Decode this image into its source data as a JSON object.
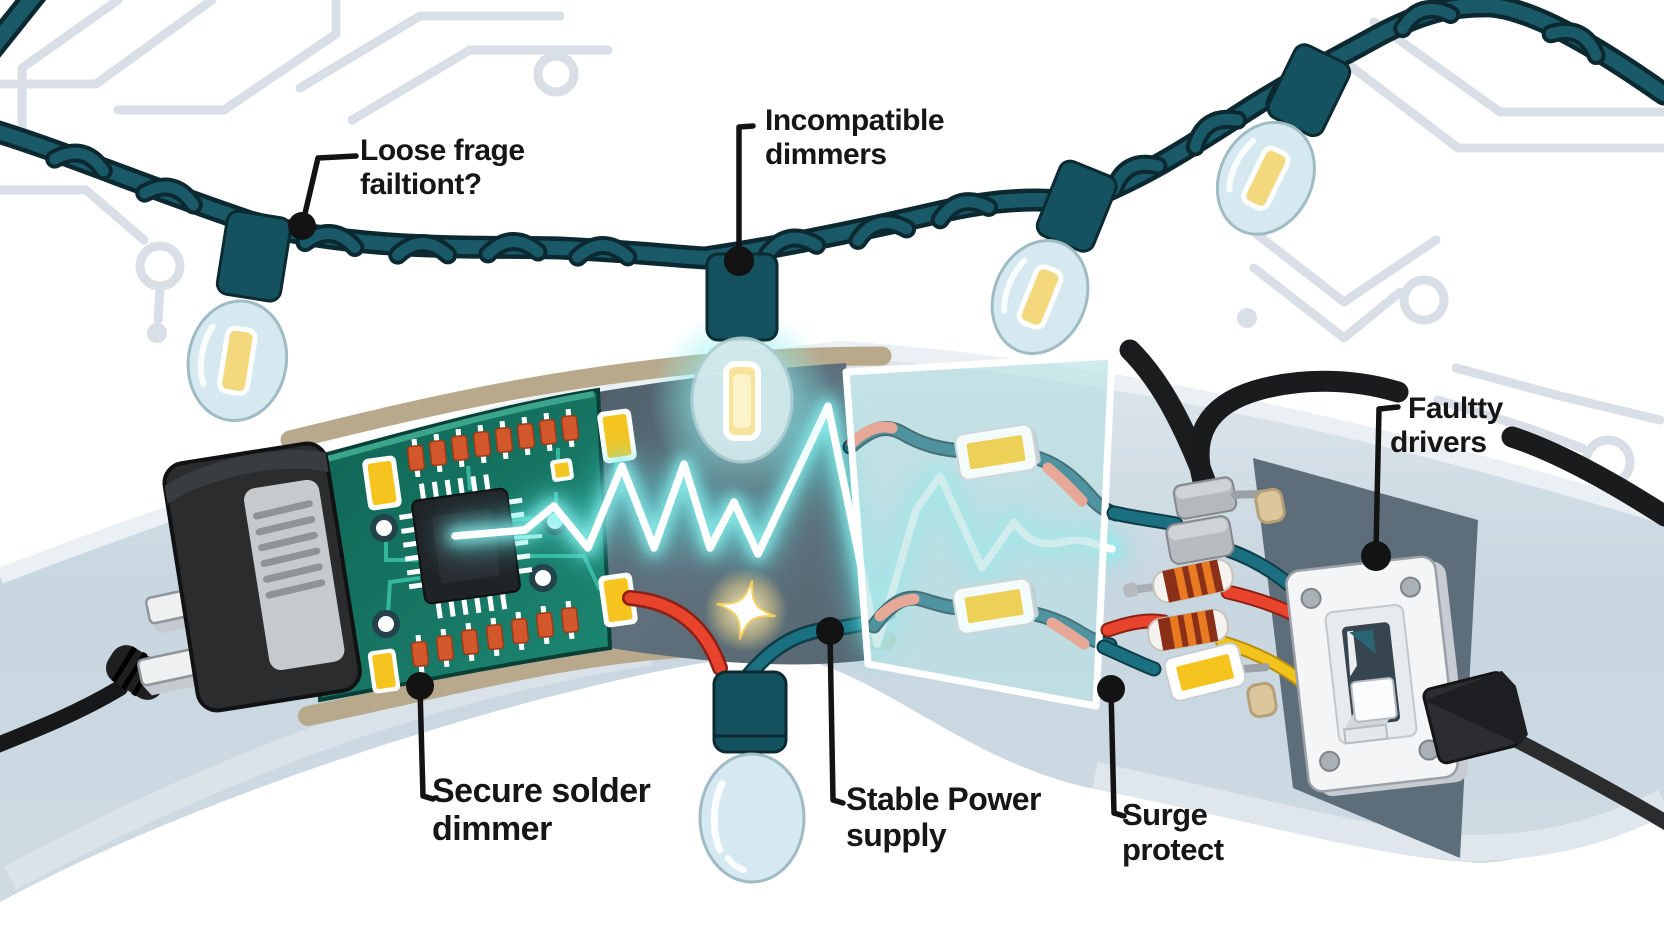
{
  "callouts": {
    "loose": {
      "line1": "Loose frage",
      "line2": "failtiont?"
    },
    "dimmers": {
      "line1": "Incompatible",
      "line2": "dimmers"
    },
    "faulty": {
      "line1": "Faultty",
      "line2": "drivers"
    },
    "solder": {
      "line1": "Secure solder",
      "line2": "dimmer"
    },
    "stable": {
      "line1": "Stable Power",
      "line2": "supply"
    },
    "surge": {
      "line1": "Surge",
      "line2": "protect"
    }
  },
  "icons": [
    "string-lights-icon",
    "light-bulb-icon",
    "power-adapter-icon",
    "circuit-board-icon",
    "chip-icon",
    "voltage-waveform-icon",
    "surge-protector-panel-icon",
    "resistor-icon",
    "led-module-icon",
    "wall-switch-icon",
    "sparkle-icon",
    "circuit-trace-pattern"
  ],
  "colors": {
    "cable_teal": "#1a5a68",
    "cable_outline": "#0c2830",
    "pcb_green": "#147062",
    "waveform_glow": "#5ce9e9",
    "wire_red": "#e8432c",
    "wire_yellow": "#f2c31c",
    "wire_salmon": "#ef8d77",
    "band_blue": "#ccd9e2",
    "band_tan": "#b9a98c",
    "panel_slate": "#5d6d79",
    "glass_teal": "#aadde0",
    "bulb_glass": "#d6e9f0",
    "filament_yellow": "#f3d87e",
    "label_ink": "#161616"
  }
}
